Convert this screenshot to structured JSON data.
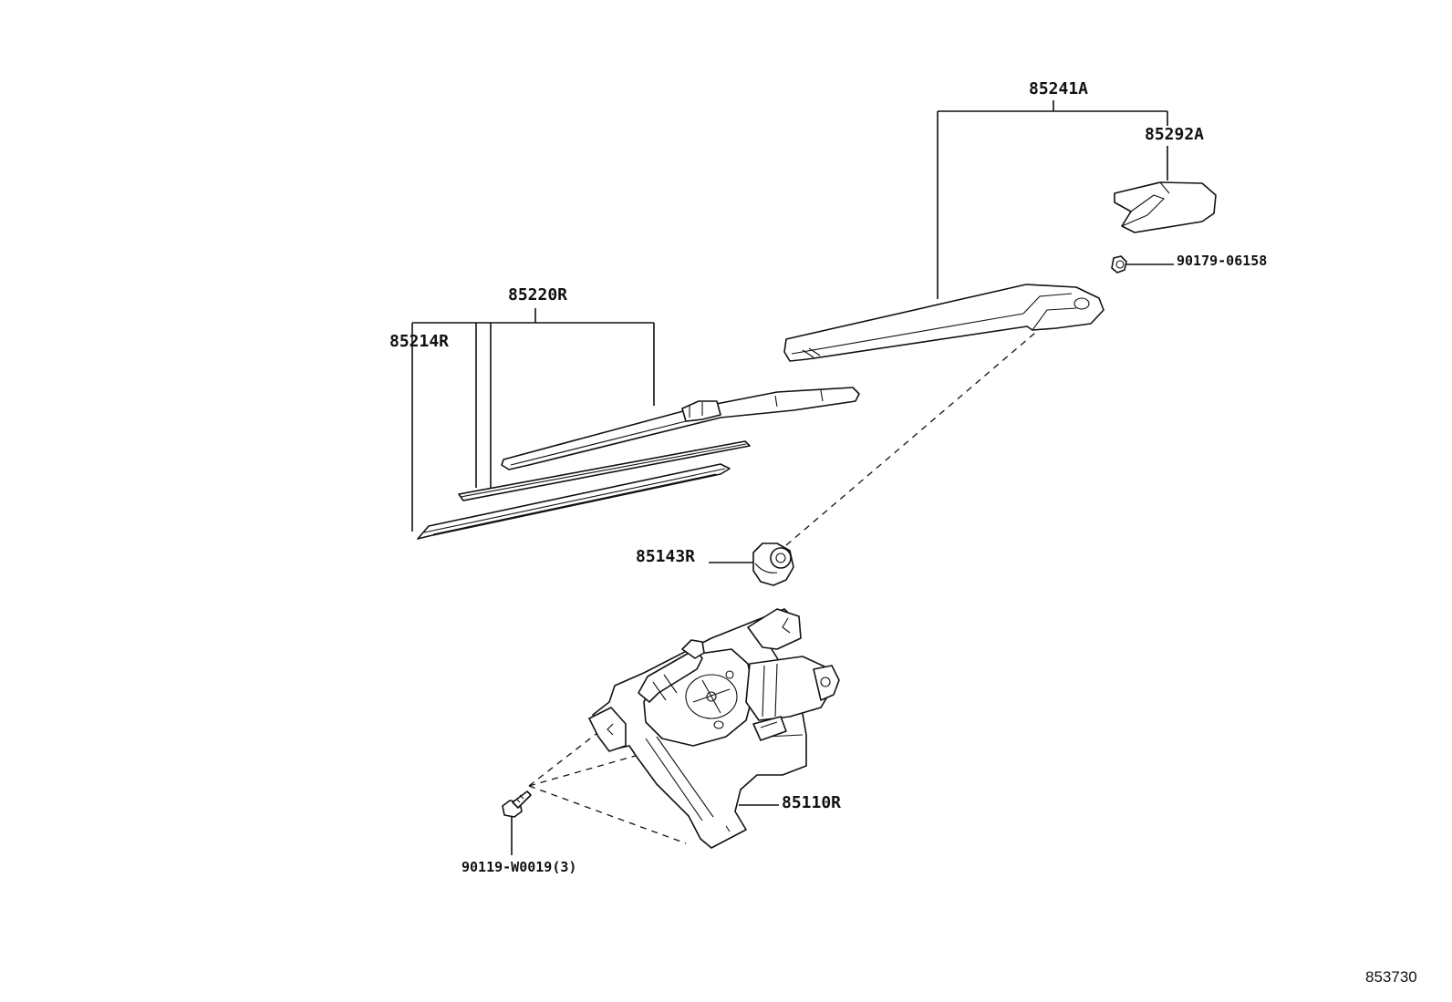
{
  "labels": {
    "arm_assembly": "85241A",
    "arm_cap": "85292A",
    "nut": "90179-06158",
    "blade_assembly": "85220R",
    "blade_rubber": "85214R",
    "cap_seal": "85143R",
    "motor_assembly": "85110R",
    "bolt": "90119-W0019(3)"
  },
  "figure_number": "853730"
}
